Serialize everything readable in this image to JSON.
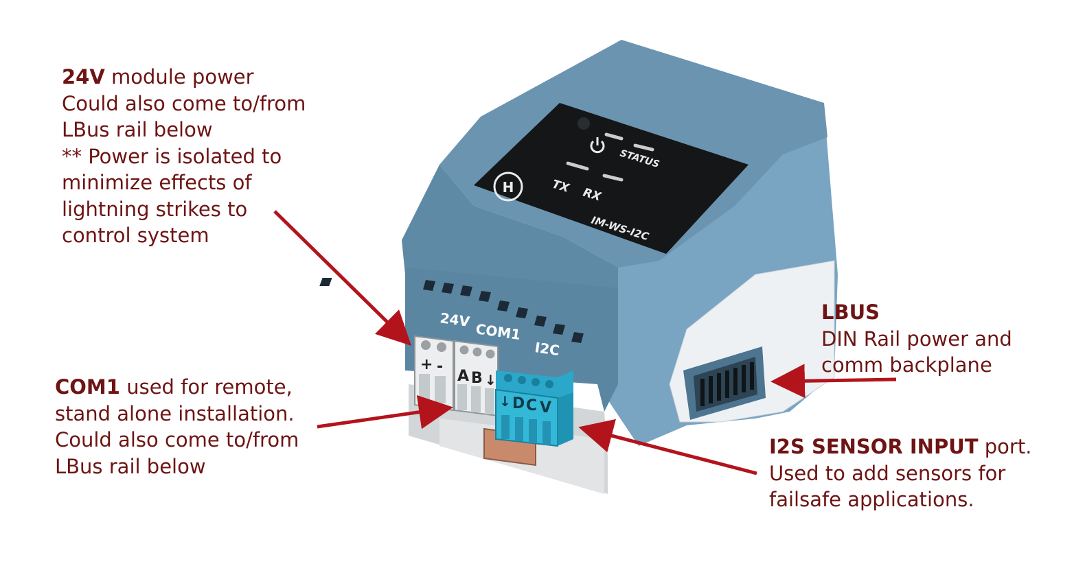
{
  "colors": {
    "callout_text": "#6e1414",
    "arrow": "#b3141c",
    "housing_blue": "#6f9ab6",
    "terminal_cyan": "#33b8d8"
  },
  "device": {
    "model_label": "IM-WS-I2C",
    "status_label": "STATUS",
    "tx_label": "TX",
    "rx_label": "RX",
    "port_labels": {
      "p24v": "24V",
      "com1": "COM1",
      "i2c": "I2C"
    },
    "pin_labels": {
      "power": [
        "+",
        "-"
      ],
      "com1": [
        "A",
        "B",
        "↓"
      ],
      "i2c": [
        "↓",
        "D",
        "C",
        "V"
      ]
    },
    "icons": [
      "power-icon",
      "logo-icon"
    ]
  },
  "callouts": {
    "p24v": {
      "bold": "24V",
      "line1_rest": " module power",
      "lines": [
        "Could also come to/from",
        "LBus rail below",
        "** Power is isolated to",
        "minimize effects of",
        "lightning strikes to",
        "control system"
      ]
    },
    "com1": {
      "bold": "COM1",
      "line1_rest": " used for remote,",
      "lines": [
        "stand alone installation.",
        "Could also come to/from",
        "LBus rail below"
      ]
    },
    "lbus": {
      "bold": "LBUS",
      "lines": [
        "DIN Rail power and",
        "comm backplane"
      ]
    },
    "i2s": {
      "bold": "I2S SENSOR INPUT",
      "line1_rest": " port.",
      "lines": [
        "Used to add sensors for",
        "failsafe applications."
      ]
    }
  }
}
